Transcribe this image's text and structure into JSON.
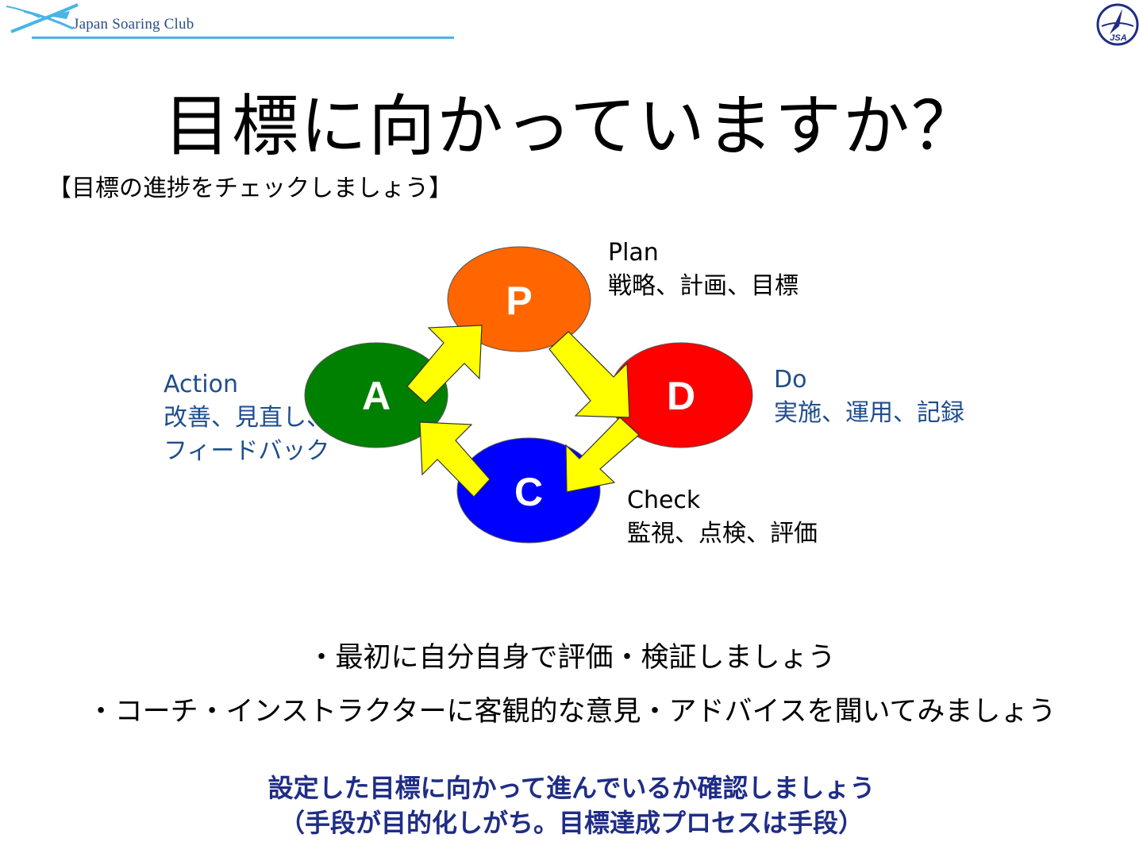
{
  "header": {
    "club_name": "Japan Soaring Club",
    "logo_icon": "glider-icon",
    "badge_text": "JSA",
    "badge_icon": "jsa-emblem-icon"
  },
  "title": "目標に向かっていますか？",
  "subtitle": "【目標の進捗をチェックしましょう】",
  "cycle": {
    "nodes": [
      {
        "letter": "P",
        "color": "#ff6600"
      },
      {
        "letter": "D",
        "color": "#ff0000"
      },
      {
        "letter": "C",
        "color": "#0000ff"
      },
      {
        "letter": "A",
        "color": "#008000"
      }
    ],
    "arrow_color": "#ffff00",
    "labels": {
      "plan": {
        "name": "Plan",
        "desc": "戦略、計画、目標"
      },
      "do": {
        "name": "Do",
        "desc": "実施、運用、記録"
      },
      "check": {
        "name": "Check",
        "desc": "監視、点検、評価"
      },
      "action": {
        "name": "Action",
        "desc1": "改善、見直し、",
        "desc2": "フィードバック"
      }
    }
  },
  "bullets": [
    "・最初に自分自身で評価・検証しましょう",
    "・コーチ・インストラクターに客観的な意見・アドバイスを聞いてみましょう"
  ],
  "conclusion": {
    "line1": "設定した目標に向かって進んでいるか確認しましょう",
    "line2": "（手段が目的化しがち。目標達成プロセスは手段）",
    "color": "#1f2d86"
  }
}
